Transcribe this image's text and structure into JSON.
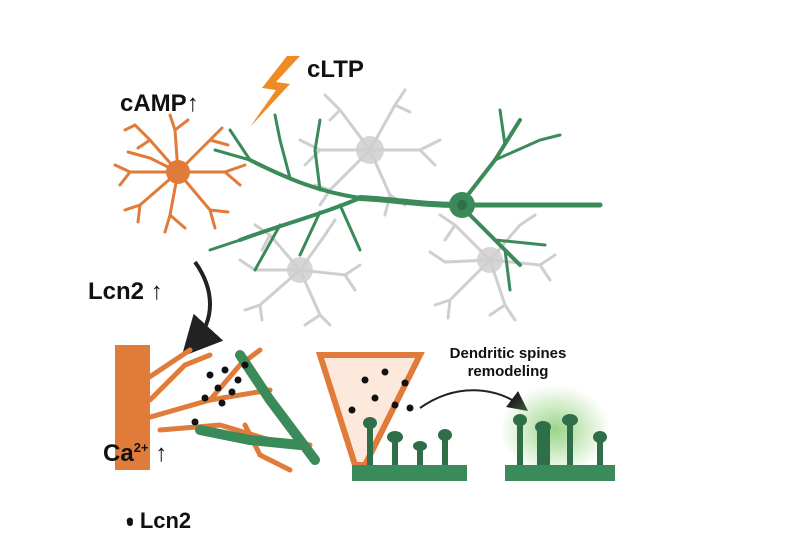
{
  "labels": {
    "cltp": "cLTP",
    "camp": "cAMP",
    "lcn2_up": "Lcn2",
    "ca_base": "Ca",
    "ca_sup": "2+",
    "spines_line1": "Dendritic spines",
    "spines_line2": "remodeling",
    "legend": "• Lcn2",
    "up_arrow": "↑"
  },
  "colors": {
    "astrocyte": "#e07b39",
    "neuron": "#3b8a5a",
    "neuron_dark": "#2e6e49",
    "grey_neuron": "#c9c9c9",
    "bolt": "#f08a24",
    "dot": "#111111",
    "glow": "#8fd07a"
  },
  "icons": [
    "lightning-bolt-icon",
    "curved-arrow-icon",
    "astrocyte-cell",
    "neuron-cell",
    "dendrite-spine-icon"
  ]
}
